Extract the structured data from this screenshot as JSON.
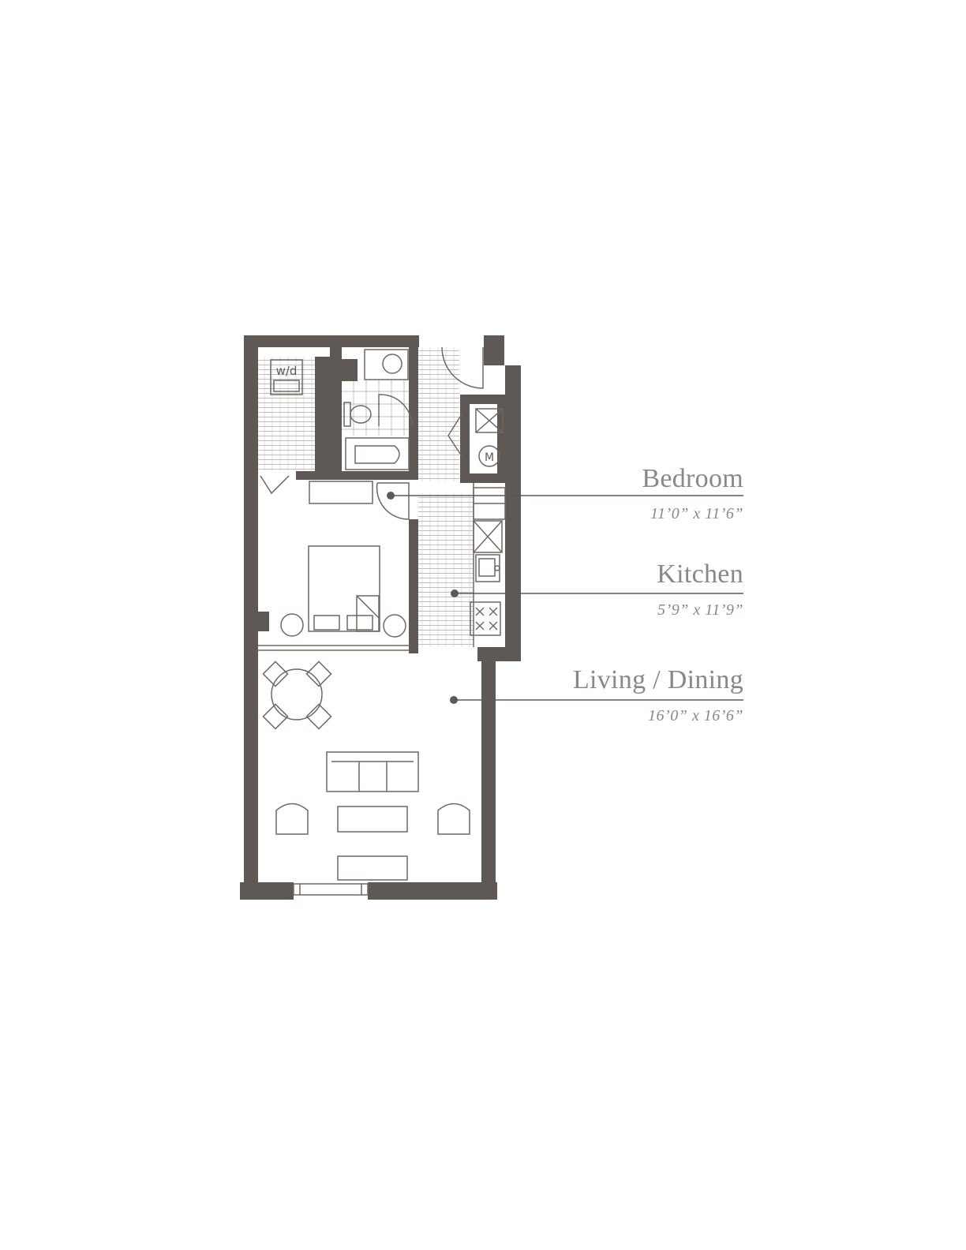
{
  "colors": {
    "wall": "#5e5955",
    "fixture_line": "#6d6864",
    "floor_hatch": "#aaa5a1",
    "label_text": "#8d8783",
    "background": "#ffffff"
  },
  "rooms": [
    {
      "name": "Bedroom",
      "dimensions": "11’0” x 11’6”"
    },
    {
      "name": "Kitchen",
      "dimensions": "5’9” x 11’9”"
    },
    {
      "name": "Living / Dining",
      "dimensions": "16’0” x 16’6”"
    }
  ],
  "fixtures": {
    "washer_dryer_label": "w/d",
    "mechanical_label": "M"
  }
}
